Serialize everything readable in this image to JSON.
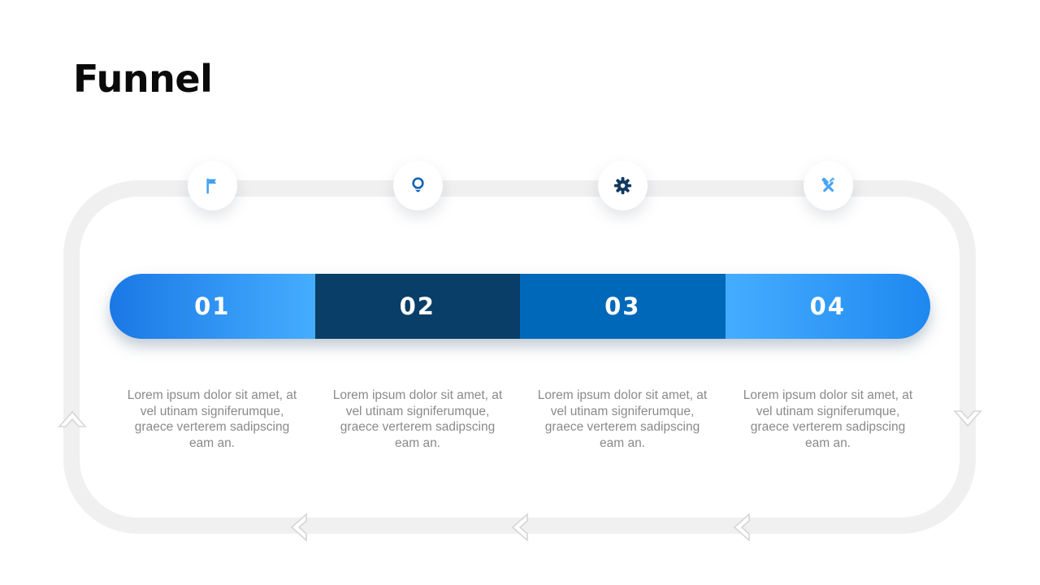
{
  "slide": {
    "title": "Funnel"
  },
  "colors": {
    "background": "#ffffff",
    "title_text": "#0a0a0a",
    "frame_border": "#f0f0f1",
    "chevron_stroke": "#d5d5d5",
    "description_text": "#8a8a8a",
    "number_text": "#ffffff"
  },
  "nav_icons": [
    "chevron-up-icon",
    "chevron-down-icon",
    "chevron-left-icon",
    "chevron-left-icon",
    "chevron-left-icon"
  ],
  "steps": [
    {
      "number": "01",
      "icon": "flag-icon",
      "icon_color": "#3fa0f6",
      "bar_color_start": "#1a78e5",
      "bar_color_end": "#45adff",
      "description": "Lorem ipsum dolor sit amet, at vel utinam signiferumque, graece verterem sadipscing eam an."
    },
    {
      "number": "02",
      "icon": "lightbulb-icon",
      "icon_color": "#1164b4",
      "bar_color_start": "#083e67",
      "bar_color_end": "#083e67",
      "description": "Lorem ipsum dolor sit amet, at vel utinam signiferumque, graece verterem sadipscing eam an."
    },
    {
      "number": "03",
      "icon": "gear-icon",
      "icon_color": "#123a5e",
      "bar_color_start": "#0068b8",
      "bar_color_end": "#0068b8",
      "description": "Lorem ipsum dolor sit amet, at vel utinam signiferumque, graece verterem sadipscing eam an."
    },
    {
      "number": "04",
      "icon": "tools-icon",
      "icon_color": "#4aa4f4",
      "bar_color_start": "#45adff",
      "bar_color_end": "#1e88f0",
      "description": "Lorem ipsum dolor sit amet, at vel utinam signiferumque, graece verterem sadipscing eam an."
    }
  ]
}
